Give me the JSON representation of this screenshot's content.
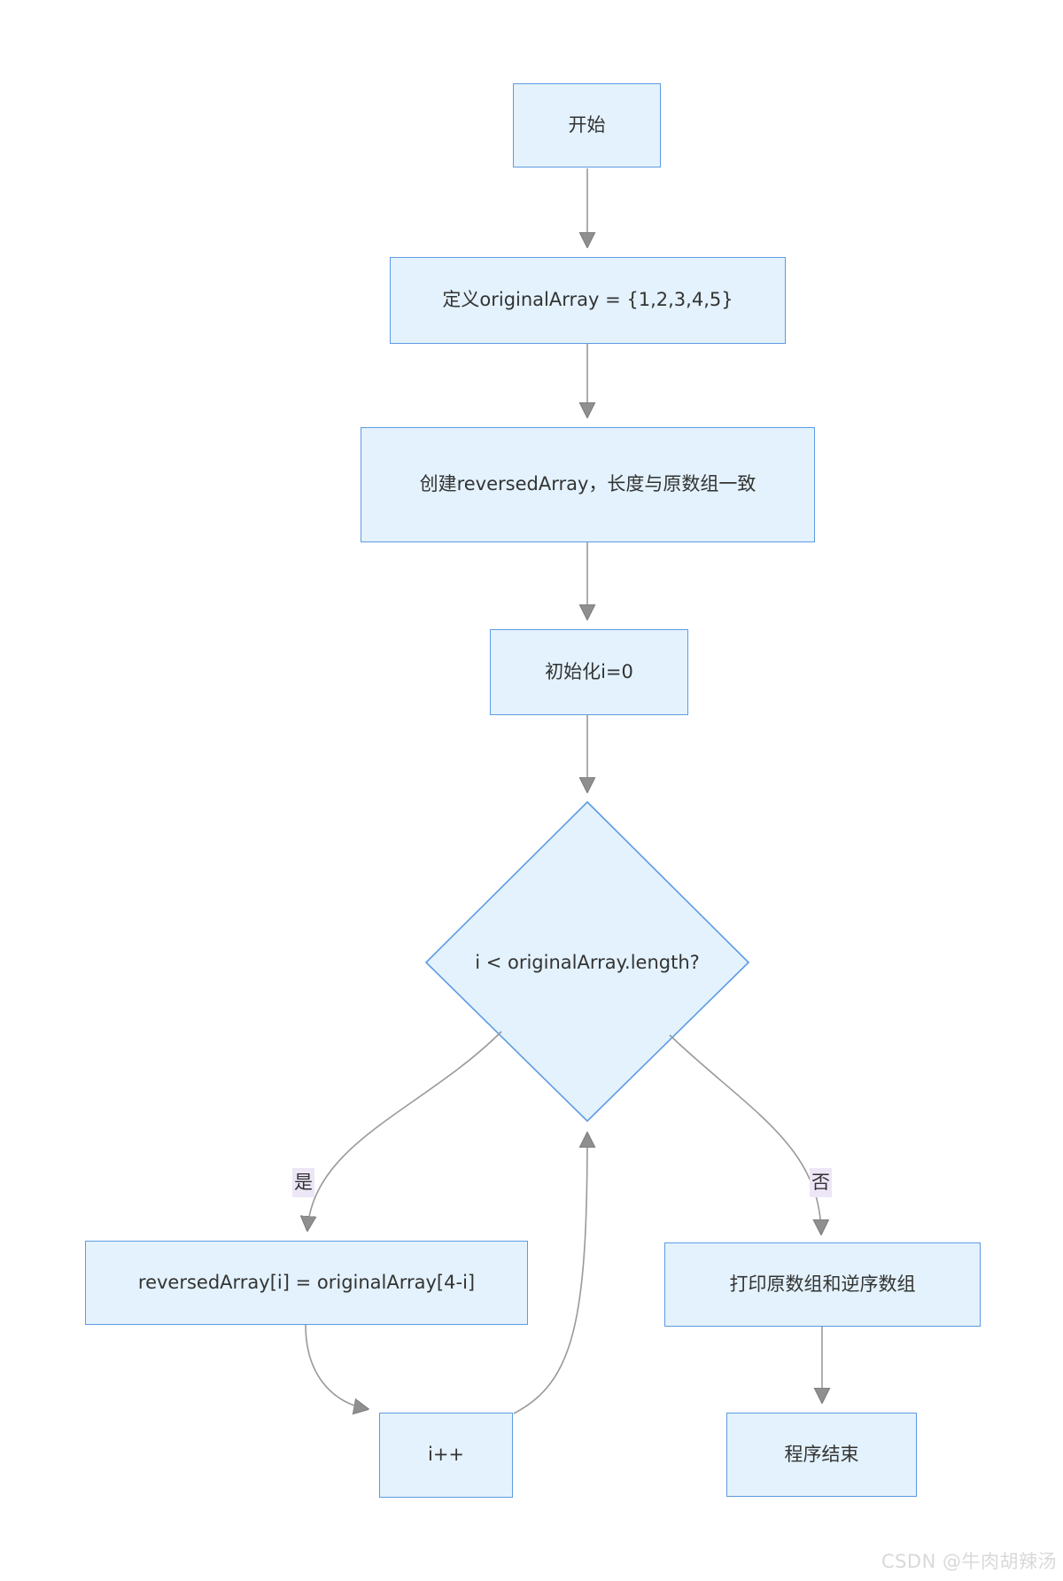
{
  "diagram": {
    "nodes": {
      "start": {
        "label": "开始"
      },
      "define": {
        "label": "定义originalArray = {1,2,3,4,5}"
      },
      "create": {
        "label": "创建reversedArray，长度与原数组一致"
      },
      "init": {
        "label": "初始化i=0"
      },
      "cond": {
        "label": "i < originalArray.length?"
      },
      "assign": {
        "label": "reversedArray[i] = originalArray[4-i]"
      },
      "print": {
        "label": "打印原数组和逆序数组"
      },
      "incr": {
        "label": "i++"
      },
      "end": {
        "label": "程序结束"
      }
    },
    "edge_labels": {
      "yes": "是",
      "no": "否"
    },
    "colors": {
      "node_fill": "#E3F2FC",
      "node_border": "#5E9BE2",
      "edge": "#999999",
      "arrowhead": "#8F8F8F",
      "label_bg": "#EDE6F7",
      "text": "#333333",
      "watermark": "#D9D9D9"
    }
  },
  "watermark": {
    "text": "CSDN @牛肉胡辣汤"
  }
}
